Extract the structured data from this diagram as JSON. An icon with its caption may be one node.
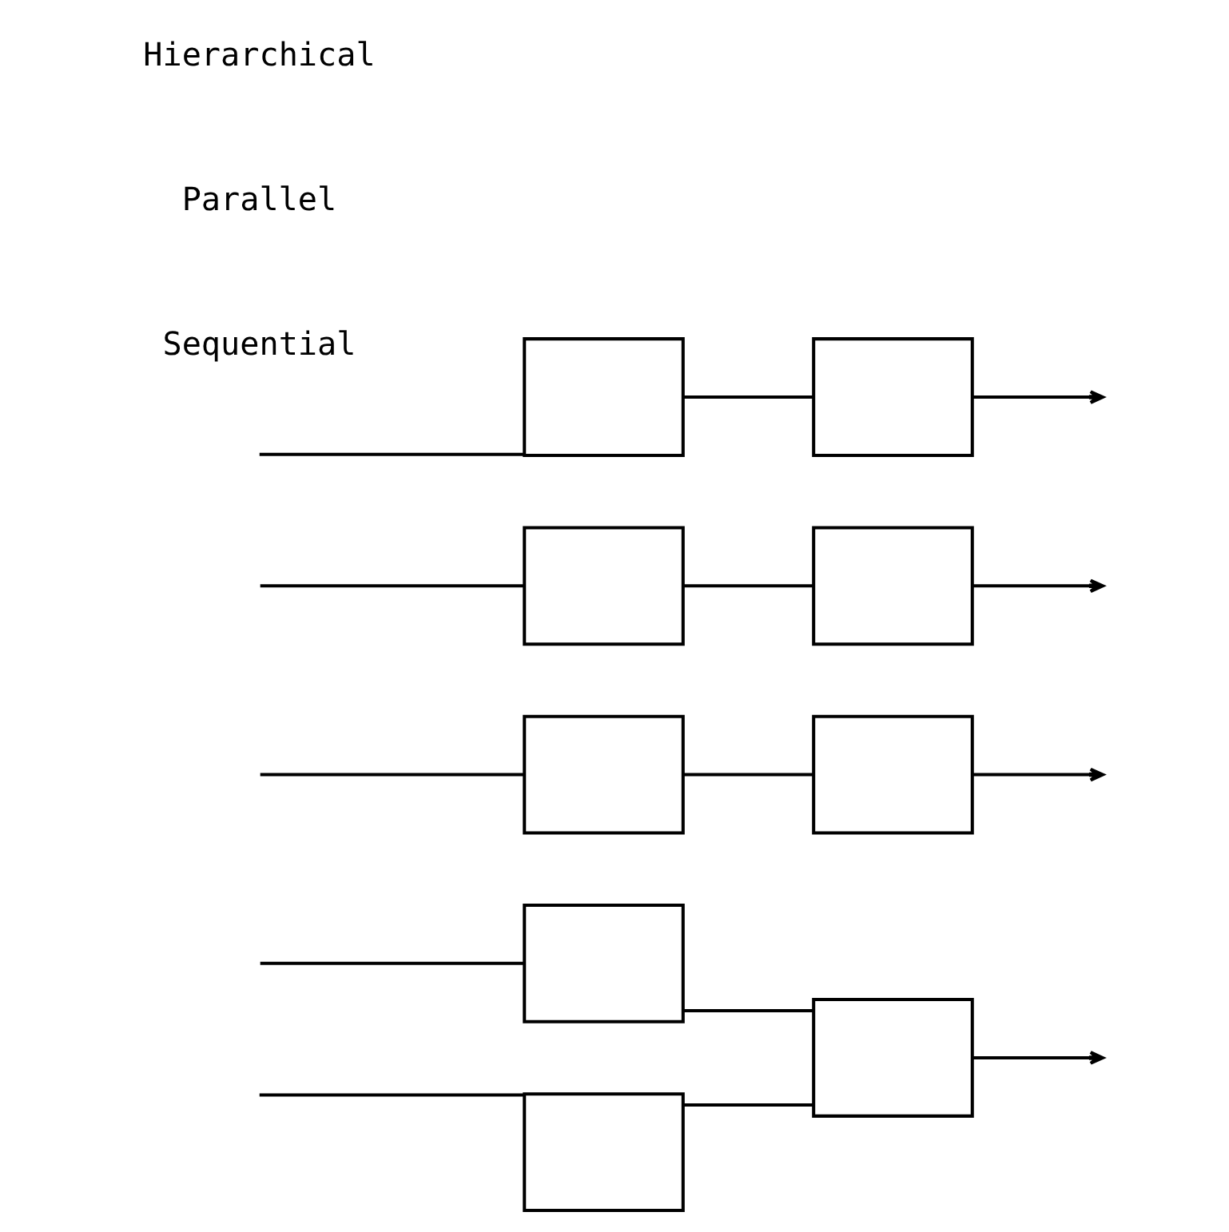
{
  "diagram": {
    "nodes": [
      {
        "text": [],
        "shape": "box"
      },
      {
        "text": [],
        "shape": "box"
      },
      {
        "text": [],
        "shape": "box"
      },
      {
        "text": [],
        "shape": "box"
      },
      {
        "text": [],
        "shape": "box"
      },
      {
        "text": [],
        "shape": "box"
      },
      {
        "text": [],
        "shape": "box"
      },
      {
        "text": [],
        "shape": "box"
      },
      {
        "text": [],
        "shape": "box"
      }
    ],
    "edges": [
      {
        "from": null,
        "to": 0,
        "arrow": "none"
      },
      {
        "from": 0,
        "to": 1,
        "arrow": "none"
      },
      {
        "from": 1,
        "to": null,
        "arrow": "to"
      },
      {
        "from": null,
        "to": 2,
        "arrow": "none"
      },
      {
        "from": 2,
        "to": 3,
        "arrow": "none"
      },
      {
        "from": 3,
        "to": null,
        "arrow": "to"
      },
      {
        "from": null,
        "to": 4,
        "arrow": "none"
      },
      {
        "from": 4,
        "to": 5,
        "arrow": "none"
      },
      {
        "from": 5,
        "to": null,
        "arrow": "to"
      },
      {
        "from": null,
        "to": 6,
        "arrow": "none"
      },
      {
        "from": null,
        "to": 8,
        "arrow": "none"
      },
      {
        "from": 6,
        "to": 7,
        "arrow": "none"
      },
      {
        "from": 8,
        "to": 7,
        "arrow": "none"
      },
      {
        "from": 7,
        "to": null,
        "arrow": "to"
      }
    ],
    "labels": [
      "Sequential",
      "Parallel",
      "Hierarchical"
    ]
  }
}
